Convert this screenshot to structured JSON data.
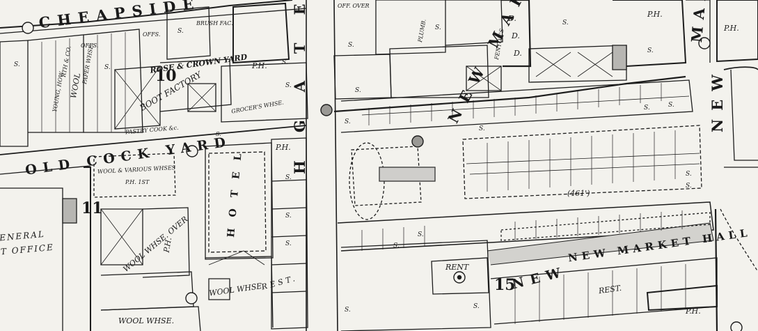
{
  "streets": {
    "cheapside": "CHEAPSIDE",
    "old_cock_yard": "OLD COCK YARD",
    "highgate": "HGATE",
    "new_market": "NEW MARKET",
    "new_market_lower": "NEW",
    "new_market_hall": "NEW MARKET HALL",
    "new_right": "NEW",
    "market_right": "MAR",
    "rose_crown_yard": "ROSE & CROWN YARD",
    "new_street_bottom": "NEW"
  },
  "buildings": {
    "boot_factory": "BOOT FACTORY",
    "brush_fac": "BRUSH FAC.",
    "grocers_whse": "GROCER'S WHSE.",
    "pastry_cook": "PASTRY COOK &c.",
    "wool_various": "WOOL & VARIOUS WHSES",
    "ph_1st": "P.H. 1ST",
    "hotel": "HOTEL",
    "wool_whse_over": "WOOL WHSE. OVER",
    "wool_whse": "WOOL WHSE.",
    "wool": "WOOL",
    "general_post_office": "ENERAL T OFFICE",
    "rest": "REST.",
    "rent": "RENT",
    "paper_whse": "PAPER WHSE.",
    "offs": "OFFS.",
    "young_how": "YOUNG, HOW",
    "rth_co": "RTH & CO.",
    "off_over": "OFF. OVER",
    "plumb": "PLUMB.",
    "fentons": "FENTON'S",
    "market_area": "(461')"
  },
  "sheet_numbers": {
    "n10": "10",
    "n11": "11",
    "n15": "15"
  },
  "generic_labels": {
    "shop": "S.",
    "ph": "P.H.",
    "d": "D."
  }
}
